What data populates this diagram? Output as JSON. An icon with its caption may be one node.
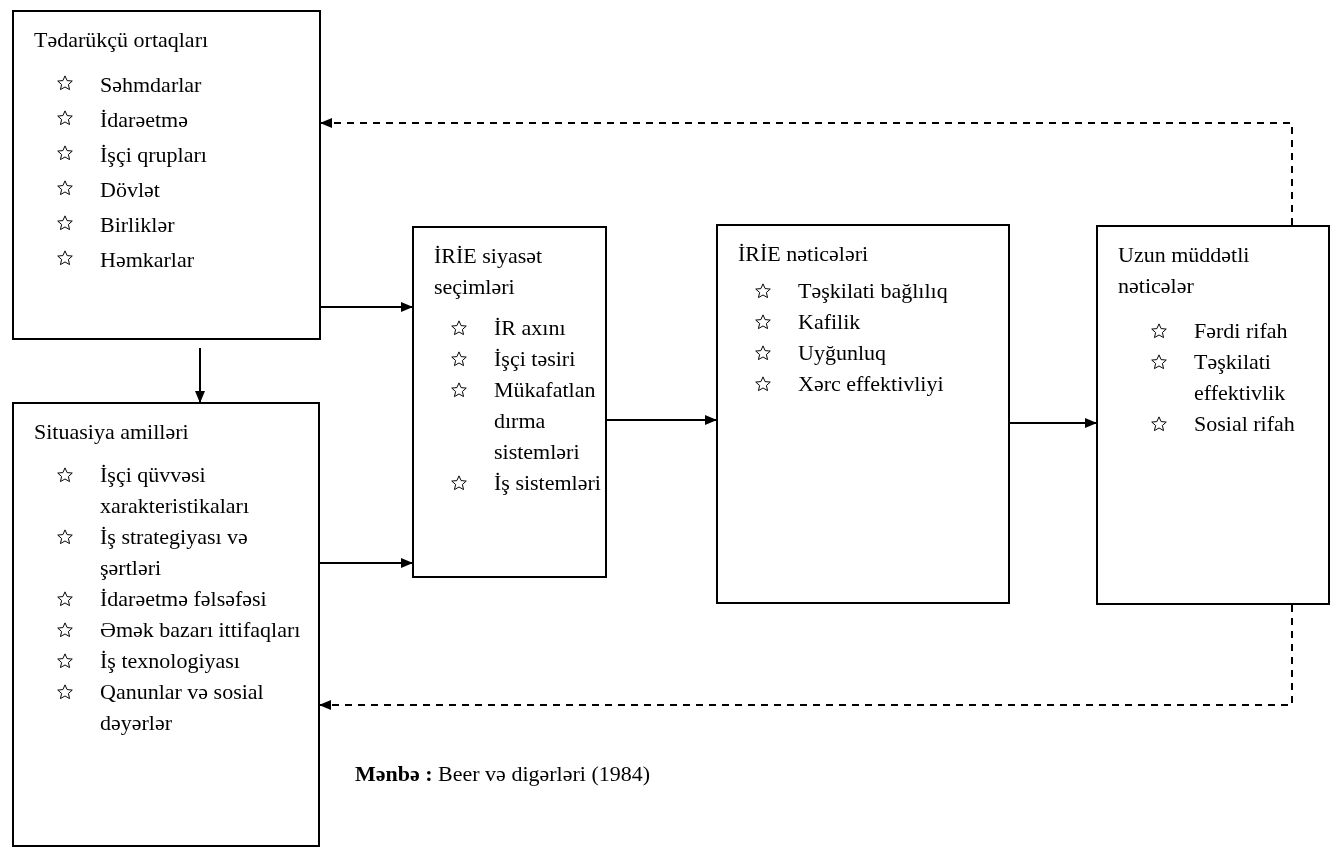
{
  "diagram": {
    "nodes": [
      {
        "text": [
          "Tədarükçü ortaqları",
          "Səhmdarlar",
          "İdarəetmə",
          "İşçi qrupları",
          "Dövlət",
          "Birliklər",
          "Həmkarlar"
        ]
      },
      {
        "text": [
          "Situasiya amilləri",
          "İşçi qüvvəsi xarakteristikaları",
          "İş strategiyası və şərtləri",
          "İdarəetmə fəlsəfəsi",
          "Əmək bazarı ittifaqları",
          "İş texnologiyası",
          "Qanunlar və sosial dəyərlər"
        ]
      },
      {
        "text": [
          "İRİE siyasət seçimləri",
          "İR axını",
          "İşçi təsiri",
          "Mükafatlandırma sistemləri",
          "İş sistemləri"
        ]
      },
      {
        "text": [
          "İRİE nəticələri",
          "Təşkilati bağlılıq",
          "Kafilik",
          "Uyğunluq",
          "Xərc effektivliyi"
        ]
      },
      {
        "text": [
          "Uzun müddətli nəticələr",
          "Fərdi rifah",
          "Təşkilati effektivlik",
          "Sosial rifah"
        ]
      }
    ],
    "edges": [
      {
        "from": 0,
        "to": 2,
        "arrow": "to"
      },
      {
        "from": 1,
        "to": 2,
        "arrow": "to"
      },
      {
        "from": 0,
        "to": 1,
        "arrow": "to"
      },
      {
        "from": 2,
        "to": 3,
        "arrow": "to"
      },
      {
        "from": 3,
        "to": 4,
        "arrow": "to"
      },
      {
        "from": 4,
        "to": 0,
        "arrow": "to",
        "style": "dashed"
      },
      {
        "from": 4,
        "to": 1,
        "arrow": "to",
        "style": "dashed"
      }
    ],
    "labels": [
      "**Mənbə :** Beer və digərləri (1984)"
    ]
  }
}
